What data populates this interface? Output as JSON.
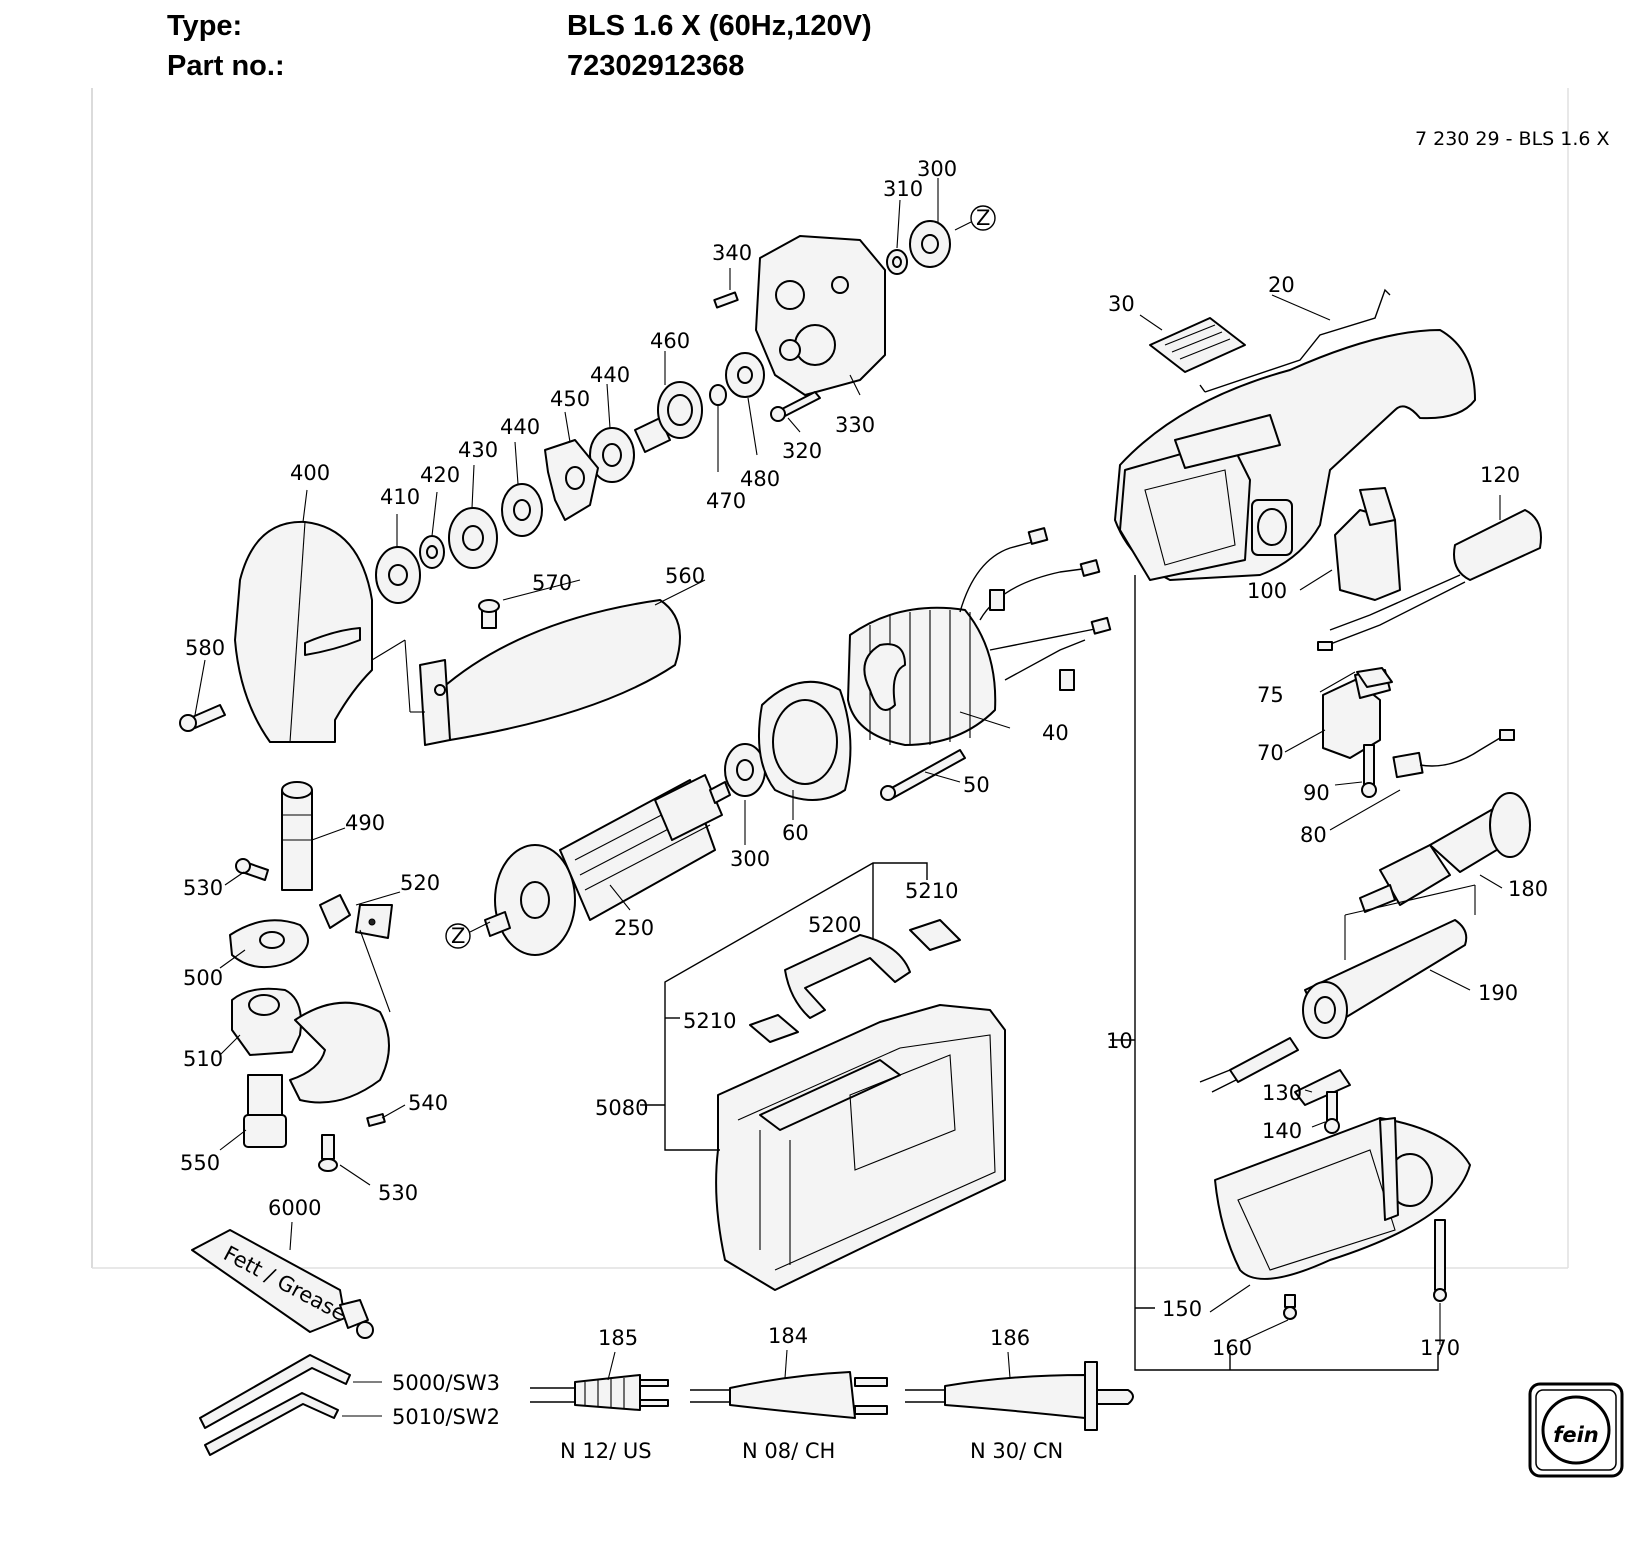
{
  "header": {
    "type_label": "Type:",
    "type_value": "BLS 1.6 X (60Hz,120V)",
    "part_label": "Part no.:",
    "part_value": "72302912368"
  },
  "diagram": {
    "drawing_code": "7 230 29 - BLS 1.6 X",
    "callouts": {
      "c10": "10",
      "c20": "20",
      "c30": "30",
      "c40": "40",
      "c50": "50",
      "c60": "60",
      "c70": "70",
      "c75": "75",
      "c80": "80",
      "c90": "90",
      "c100": "100",
      "c120": "120",
      "c130": "130",
      "c140": "140",
      "c150": "150",
      "c160": "160",
      "c170": "170",
      "c180": "180",
      "c184": "184",
      "c185": "185",
      "c186": "186",
      "c190": "190",
      "c250": "250",
      "c300a": "300",
      "c300b": "300",
      "c310": "310",
      "c320": "320",
      "c330": "330",
      "c340": "340",
      "c400": "400",
      "c410": "410",
      "c420": "420",
      "c430": "430",
      "c440a": "440",
      "c440b": "440",
      "c450": "450",
      "c460": "460",
      "c470": "470",
      "c480": "480",
      "c490": "490",
      "c500": "500",
      "c510": "510",
      "c520": "520",
      "c530a": "530",
      "c530b": "530",
      "c540": "540",
      "c550": "550",
      "c560": "560",
      "c570": "570",
      "c580": "580",
      "c5080": "5080",
      "c5200": "5200",
      "c5210a": "5210",
      "c5210b": "5210",
      "c5000": "5000/SW3",
      "c5010": "5010/SW2",
      "c6000": "6000",
      "z1": "Z",
      "z2": "Z"
    },
    "plug_labels": {
      "us": "N 12/ US",
      "ch": "N 08/ CH",
      "cn": "N 30/ CN"
    },
    "grease_text": "Fett / Grease",
    "logo_text": "fein"
  }
}
